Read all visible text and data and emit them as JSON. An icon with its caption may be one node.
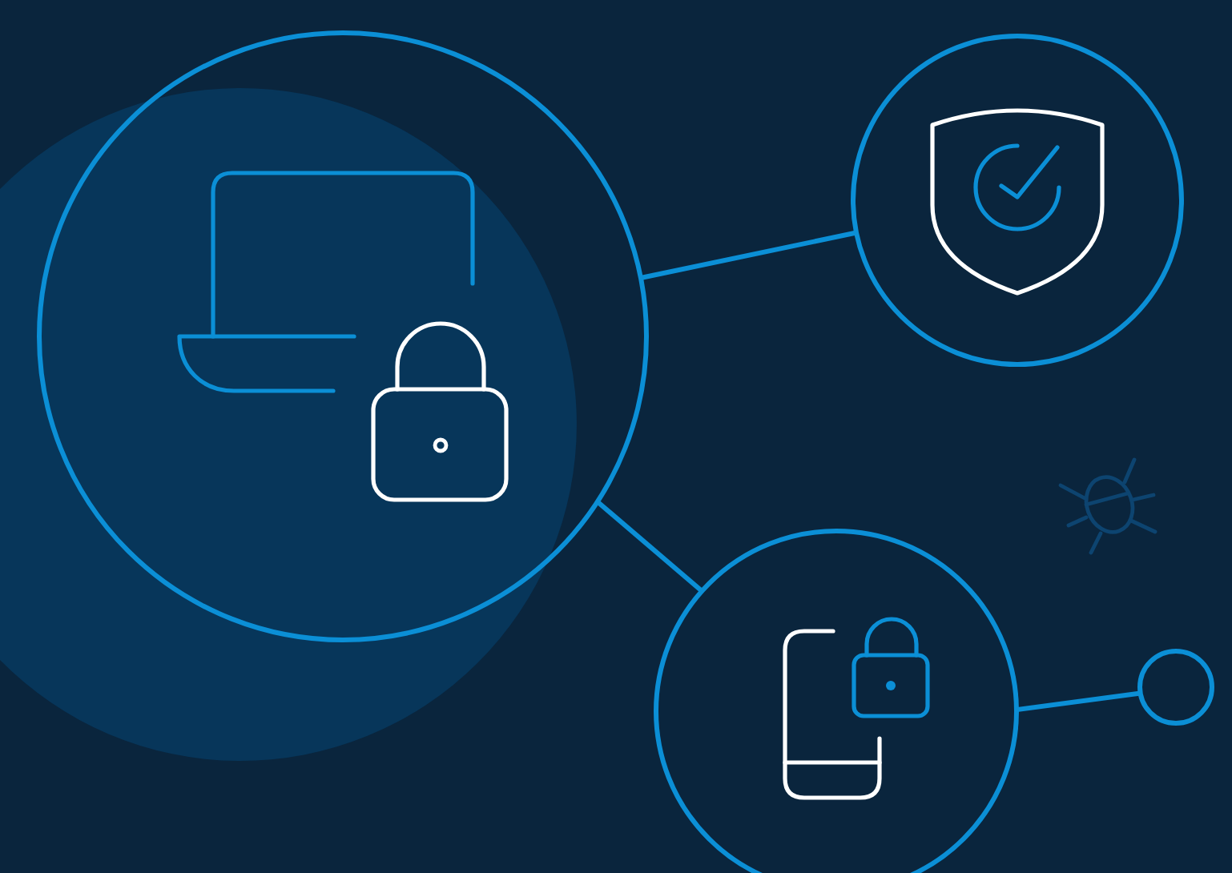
{
  "diagram": {
    "nodes": [
      {
        "text": [],
        "shape": "circle"
      },
      {
        "text": [],
        "shape": "circle"
      },
      {
        "text": [],
        "shape": "circle"
      },
      {
        "text": [],
        "shape": "circle"
      }
    ],
    "edges": [
      {
        "from": 0,
        "to": 1,
        "arrow": "none"
      },
      {
        "from": 0,
        "to": 2,
        "arrow": "none"
      },
      {
        "from": 2,
        "to": 3,
        "arrow": "none"
      }
    ]
  }
}
